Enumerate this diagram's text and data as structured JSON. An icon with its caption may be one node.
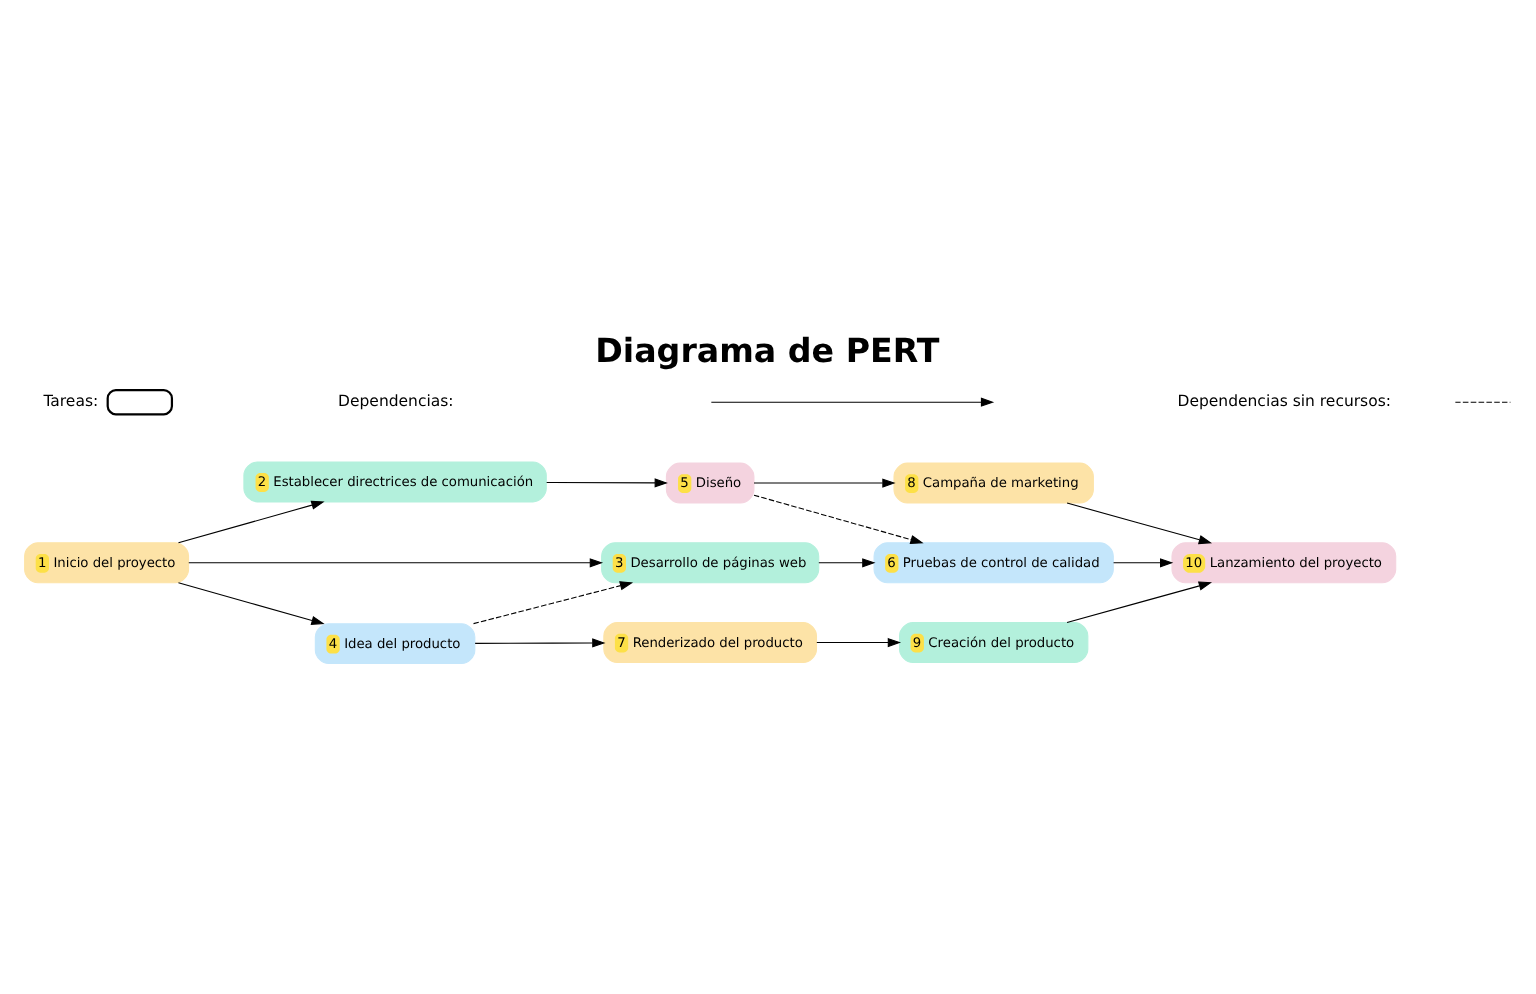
{
  "diagram": {
    "title": "Diagrama de PERT",
    "nodes": [
      {
        "text": [
          "1",
          "Inicio del proyecto"
        ]
      },
      {
        "text": [
          "2",
          "Establecer directrices de comunicación"
        ]
      },
      {
        "text": [
          "3",
          "Desarrollo de páginas web"
        ]
      },
      {
        "text": [
          "4",
          "Idea del producto"
        ]
      },
      {
        "text": [
          "5",
          "Diseño"
        ]
      },
      {
        "text": [
          "6",
          "Pruebas de control de calidad"
        ]
      },
      {
        "text": [
          "7",
          "Renderizado del producto"
        ]
      },
      {
        "text": [
          "8",
          "Campaña de marketing"
        ]
      },
      {
        "text": [
          "9",
          "Creación del producto"
        ]
      },
      {
        "text": [
          "10",
          "Lanzamiento del proyecto"
        ]
      }
    ],
    "edges": [
      {
        "from": 0,
        "to": 1,
        "arrow": "to"
      },
      {
        "from": 0,
        "to": 2,
        "arrow": "to"
      },
      {
        "from": 0,
        "to": 3,
        "arrow": "to"
      },
      {
        "from": 3,
        "to": 2,
        "arrow": "to",
        "style": "dashed"
      },
      {
        "from": 1,
        "to": 4,
        "arrow": "to"
      },
      {
        "from": 2,
        "to": 5,
        "arrow": "to"
      },
      {
        "from": 4,
        "to": 5,
        "arrow": "to",
        "style": "dashed"
      },
      {
        "from": 4,
        "to": 7,
        "arrow": "to"
      },
      {
        "from": 3,
        "to": 6,
        "arrow": "to"
      },
      {
        "from": 6,
        "to": 8,
        "arrow": "to"
      },
      {
        "from": 7,
        "to": 9,
        "arrow": "to"
      },
      {
        "from": 5,
        "to": 9,
        "arrow": "to"
      },
      {
        "from": 8,
        "to": 9,
        "arrow": "to"
      }
    ],
    "legend": [
      {
        "text": "Tareas:"
      },
      {
        "text": "Dependencias:"
      },
      {
        "text": "Dependencias sin recursos:"
      }
    ]
  }
}
